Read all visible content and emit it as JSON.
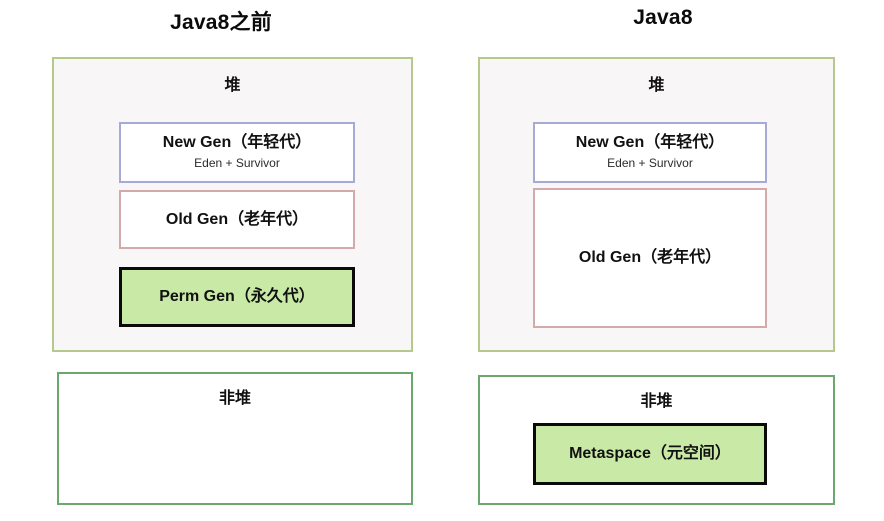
{
  "diagram": {
    "title_semantic": "JVM memory layout before and after Java 8",
    "panels": [
      {
        "id": "before-java8",
        "title": "Java8之前",
        "heap": {
          "label": "堆",
          "border_color": "#b6c98d",
          "fill_color": "#f8f6f6",
          "regions": [
            {
              "id": "new-gen",
              "title": "New Gen（年轻代）",
              "subtitle": "Eden + Survivor",
              "border_color": "#a6abd6",
              "fill_color": "#ffffff"
            },
            {
              "id": "old-gen",
              "title": "Old Gen（老年代）",
              "subtitle": "",
              "border_color": "#d3a9a9",
              "fill_color": "#ffffff"
            },
            {
              "id": "perm-gen",
              "title": "Perm Gen（永久代）",
              "subtitle": "",
              "border_color": "#0a0a0a",
              "fill_color": "#c9e9a6"
            }
          ]
        },
        "nonheap": {
          "label": "非堆",
          "border_color": "#6aa86e",
          "fill_color": "#ffffff",
          "regions": []
        }
      },
      {
        "id": "java8",
        "title": "Java8",
        "heap": {
          "label": "堆",
          "border_color": "#b6c98d",
          "fill_color": "#f8f6f6",
          "regions": [
            {
              "id": "new-gen",
              "title": "New Gen（年轻代）",
              "subtitle": "Eden + Survivor",
              "border_color": "#a6abd6",
              "fill_color": "#ffffff"
            },
            {
              "id": "old-gen",
              "title": "Old Gen（老年代）",
              "subtitle": "",
              "border_color": "#d3a9a9",
              "fill_color": "#ffffff"
            }
          ]
        },
        "nonheap": {
          "label": "非堆",
          "border_color": "#6aa86e",
          "fill_color": "#ffffff",
          "regions": [
            {
              "id": "metaspace",
              "title": "Metaspace（元空间）",
              "subtitle": "",
              "border_color": "#0a0a0a",
              "fill_color": "#c9e9a6"
            }
          ]
        }
      }
    ]
  }
}
